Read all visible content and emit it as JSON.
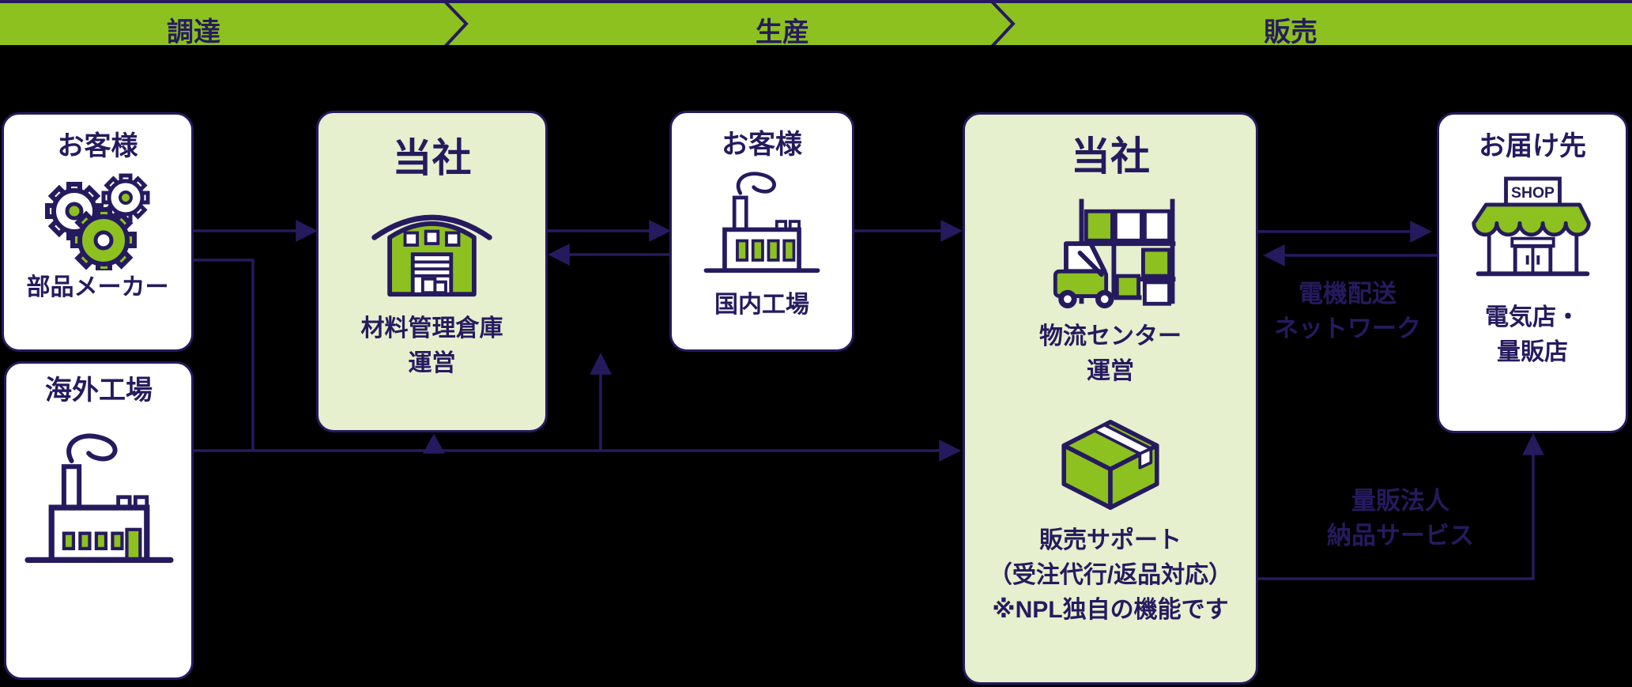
{
  "header": {
    "steps": [
      {
        "label": "調達"
      },
      {
        "label": "生産"
      },
      {
        "label": "販売"
      }
    ]
  },
  "boxes": {
    "parts_maker": {
      "title": "お客様",
      "label": "部品メーカー",
      "icon": "gears-icon"
    },
    "material_warehouse": {
      "title": "当社",
      "label": "材料管理倉庫\n運営",
      "icon": "warehouse-icon"
    },
    "domestic_factory": {
      "title": "お客様",
      "label": "国内工場",
      "icon": "factory-icon"
    },
    "logistics_center": {
      "title": "当社",
      "label_top": "物流センター\n運営",
      "label_bottom": "販売サポート\n（受注代行/返品対応）\n※NPL独自の機能です",
      "icons": [
        "forklift-rack-icon",
        "package-icon"
      ]
    },
    "delivery_destination": {
      "title": "お届け先",
      "label": "電気店・\n量販店",
      "icon": "shop-icon",
      "sign": "SHOP"
    },
    "overseas_factory": {
      "title": "海外工場",
      "icon": "factory-icon"
    }
  },
  "connector_labels": {
    "denki_network": "電機配送\nネットワーク",
    "ryohan_service": "量販法人\n納品サービス"
  },
  "colors": {
    "lime_green": "#8CC11F",
    "pale_green": "#E6EFCE",
    "navy": "#261A5F",
    "white": "#FFFFFF",
    "background": "#000000"
  }
}
